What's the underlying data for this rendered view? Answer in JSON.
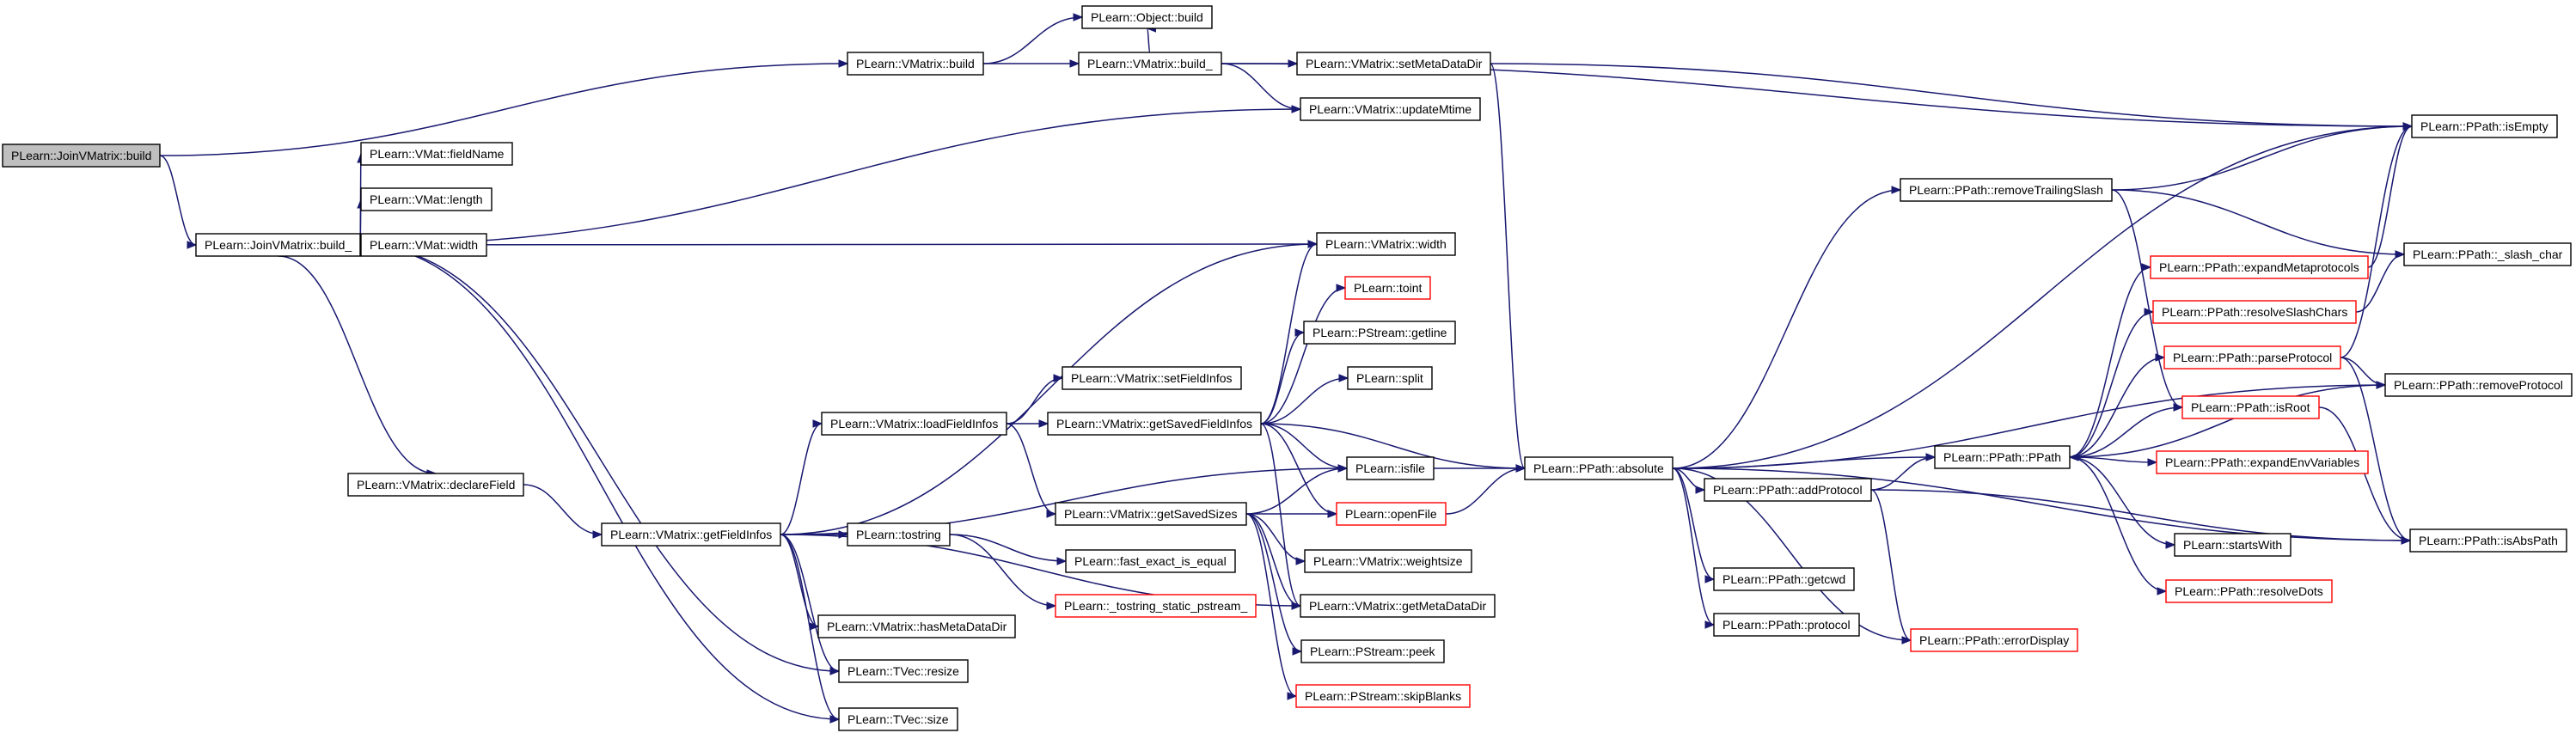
{
  "colors": {
    "edge": "#191970",
    "root_fill": "#bfbfbf",
    "node_border": "#000000",
    "truncated_border": "#ff0000"
  },
  "nodes": [
    {
      "id": "n0",
      "label": "PLearn::JoinVMatrix::build",
      "root": true
    },
    {
      "id": "n1",
      "label": "PLearn::VMatrix::build"
    },
    {
      "id": "n2",
      "label": "PLearn::JoinVMatrix::build_"
    },
    {
      "id": "n3",
      "label": "PLearn::Object::build"
    },
    {
      "id": "n4",
      "label": "PLearn::VMatrix::build_"
    },
    {
      "id": "n5",
      "label": "PLearn::VMatrix::setMetaDataDir"
    },
    {
      "id": "n6",
      "label": "PLearn::VMatrix::updateMtime"
    },
    {
      "id": "n7",
      "label": "PLearn::PPath::isEmpty"
    },
    {
      "id": "n8",
      "label": "PLearn::VMat::fieldName"
    },
    {
      "id": "n9",
      "label": "PLearn::VMat::length"
    },
    {
      "id": "n10",
      "label": "PLearn::VMat::width"
    },
    {
      "id": "n11",
      "label": "PLearn::VMatrix::width"
    },
    {
      "id": "n12",
      "label": "PLearn::VMatrix::declareField"
    },
    {
      "id": "n13",
      "label": "PLearn::VMatrix::getFieldInfos"
    },
    {
      "id": "n14",
      "label": "PLearn::TVec::resize"
    },
    {
      "id": "n15",
      "label": "PLearn::TVec::size"
    },
    {
      "id": "n16",
      "label": "PLearn::toint",
      "truncated": true
    },
    {
      "id": "n17",
      "label": "PLearn::PStream::getline"
    },
    {
      "id": "n18",
      "label": "PLearn::split"
    },
    {
      "id": "n19",
      "label": "PLearn::VMatrix::setFieldInfos"
    },
    {
      "id": "n20",
      "label": "PLearn::VMatrix::loadFieldInfos"
    },
    {
      "id": "n21",
      "label": "PLearn::VMatrix::getSavedFieldInfos"
    },
    {
      "id": "n22",
      "label": "PLearn::isfile"
    },
    {
      "id": "n23",
      "label": "PLearn::openFile",
      "truncated": true
    },
    {
      "id": "n24",
      "label": "PLearn::PPath::absolute"
    },
    {
      "id": "n25",
      "label": "PLearn::VMatrix::getSavedSizes"
    },
    {
      "id": "n26",
      "label": "PLearn::tostring"
    },
    {
      "id": "n27",
      "label": "PLearn::fast_exact_is_equal"
    },
    {
      "id": "n28",
      "label": "PLearn::_tostring_static_pstream_",
      "truncated": true
    },
    {
      "id": "n29",
      "label": "PLearn::VMatrix::weightsize"
    },
    {
      "id": "n30",
      "label": "PLearn::VMatrix::getMetaDataDir"
    },
    {
      "id": "n31",
      "label": "PLearn::VMatrix::hasMetaDataDir"
    },
    {
      "id": "n32",
      "label": "PLearn::PStream::peek"
    },
    {
      "id": "n33",
      "label": "PLearn::PStream::skipBlanks",
      "truncated": true
    },
    {
      "id": "n34",
      "label": "PLearn::PPath::removeTrailingSlash"
    },
    {
      "id": "n35",
      "label": "PLearn::PPath::addProtocol"
    },
    {
      "id": "n36",
      "label": "PLearn::PPath::getcwd"
    },
    {
      "id": "n37",
      "label": "PLearn::PPath::protocol"
    },
    {
      "id": "n38",
      "label": "PLearn::PPath::errorDisplay",
      "truncated": true
    },
    {
      "id": "n39",
      "label": "PLearn::PPath::PPath"
    },
    {
      "id": "n40",
      "label": "PLearn::PPath::_slash_char"
    },
    {
      "id": "n41",
      "label": "PLearn::PPath::expandMetaprotocols",
      "truncated": true
    },
    {
      "id": "n42",
      "label": "PLearn::PPath::resolveSlashChars",
      "truncated": true
    },
    {
      "id": "n43",
      "label": "PLearn::PPath::parseProtocol",
      "truncated": true
    },
    {
      "id": "n44",
      "label": "PLearn::PPath::isRoot",
      "truncated": true
    },
    {
      "id": "n45",
      "label": "PLearn::PPath::removeProtocol"
    },
    {
      "id": "n46",
      "label": "PLearn::PPath::expandEnvVariables",
      "truncated": true
    },
    {
      "id": "n47",
      "label": "PLearn::startsWith"
    },
    {
      "id": "n48",
      "label": "PLearn::PPath::resolveDots",
      "truncated": true
    },
    {
      "id": "n49",
      "label": "PLearn::PPath::isAbsPath"
    }
  ],
  "edges": [
    [
      "n0",
      "n1"
    ],
    [
      "n0",
      "n2"
    ],
    [
      "n1",
      "n3"
    ],
    [
      "n1",
      "n4"
    ],
    [
      "n4",
      "n3"
    ],
    [
      "n4",
      "n5"
    ],
    [
      "n4",
      "n6"
    ],
    [
      "n4",
      "n7"
    ],
    [
      "n5",
      "n7"
    ],
    [
      "n5",
      "n24"
    ],
    [
      "n2",
      "n6"
    ],
    [
      "n2",
      "n8"
    ],
    [
      "n2",
      "n9"
    ],
    [
      "n2",
      "n10"
    ],
    [
      "n2",
      "n11"
    ],
    [
      "n2",
      "n12"
    ],
    [
      "n2",
      "n14"
    ],
    [
      "n2",
      "n15"
    ],
    [
      "n12",
      "n13"
    ],
    [
      "n13",
      "n11"
    ],
    [
      "n13",
      "n20"
    ],
    [
      "n13",
      "n22"
    ],
    [
      "n13",
      "n26"
    ],
    [
      "n13",
      "n31"
    ],
    [
      "n13",
      "n14"
    ],
    [
      "n13",
      "n15"
    ],
    [
      "n13",
      "n30"
    ],
    [
      "n20",
      "n19"
    ],
    [
      "n20",
      "n21"
    ],
    [
      "n20",
      "n25"
    ],
    [
      "n21",
      "n11"
    ],
    [
      "n21",
      "n16"
    ],
    [
      "n21",
      "n17"
    ],
    [
      "n21",
      "n18"
    ],
    [
      "n21",
      "n22"
    ],
    [
      "n21",
      "n23"
    ],
    [
      "n21",
      "n24"
    ],
    [
      "n21",
      "n30"
    ],
    [
      "n25",
      "n22"
    ],
    [
      "n25",
      "n23"
    ],
    [
      "n25",
      "n29"
    ],
    [
      "n25",
      "n30"
    ],
    [
      "n25",
      "n32"
    ],
    [
      "n25",
      "n33"
    ],
    [
      "n26",
      "n27"
    ],
    [
      "n26",
      "n28"
    ],
    [
      "n22",
      "n24"
    ],
    [
      "n23",
      "n24"
    ],
    [
      "n24",
      "n7"
    ],
    [
      "n24",
      "n34"
    ],
    [
      "n24",
      "n35"
    ],
    [
      "n24",
      "n36"
    ],
    [
      "n24",
      "n37"
    ],
    [
      "n24",
      "n39"
    ],
    [
      "n24",
      "n38"
    ],
    [
      "n24",
      "n45"
    ],
    [
      "n24",
      "n49"
    ],
    [
      "n34",
      "n7"
    ],
    [
      "n34",
      "n40"
    ],
    [
      "n34",
      "n44"
    ],
    [
      "n35",
      "n39"
    ],
    [
      "n35",
      "n38"
    ],
    [
      "n35",
      "n49"
    ],
    [
      "n39",
      "n41"
    ],
    [
      "n39",
      "n42"
    ],
    [
      "n39",
      "n43"
    ],
    [
      "n39",
      "n44"
    ],
    [
      "n39",
      "n46"
    ],
    [
      "n39",
      "n47"
    ],
    [
      "n39",
      "n48"
    ],
    [
      "n41",
      "n7"
    ],
    [
      "n42",
      "n40"
    ],
    [
      "n43",
      "n7"
    ],
    [
      "n43",
      "n45"
    ],
    [
      "n43",
      "n49"
    ],
    [
      "n44",
      "n49"
    ],
    [
      "n45",
      "n39"
    ]
  ]
}
